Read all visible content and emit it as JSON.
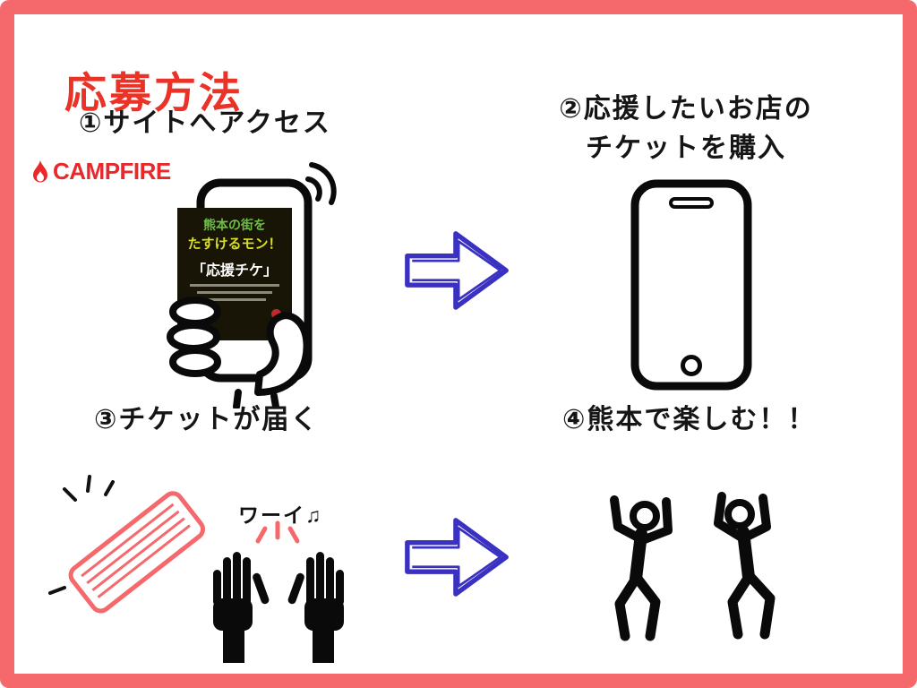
{
  "page": {
    "title": "応募方法"
  },
  "colors": {
    "frame": "#F5696C",
    "title_red": "#EA3326",
    "campfire_red": "#E8282B",
    "arrow_blue": "#3A31C1",
    "poster_green": "#6CBE45",
    "poster_yellow": "#D9E021"
  },
  "brand": {
    "campfire": "CAMPFIRE"
  },
  "steps": [
    {
      "label": "①サイトへアクセス"
    },
    {
      "line1": "②応援したいお店の",
      "line2": "チケットを購入"
    },
    {
      "label": "③チケットが届く"
    },
    {
      "label": "④熊本で楽しむ！！"
    }
  ],
  "poster": {
    "line1": "熊本の街を",
    "line2": "たすけるモン！",
    "line3": "「応援チケ」"
  },
  "celebration": {
    "text": "ワーイ♫"
  }
}
